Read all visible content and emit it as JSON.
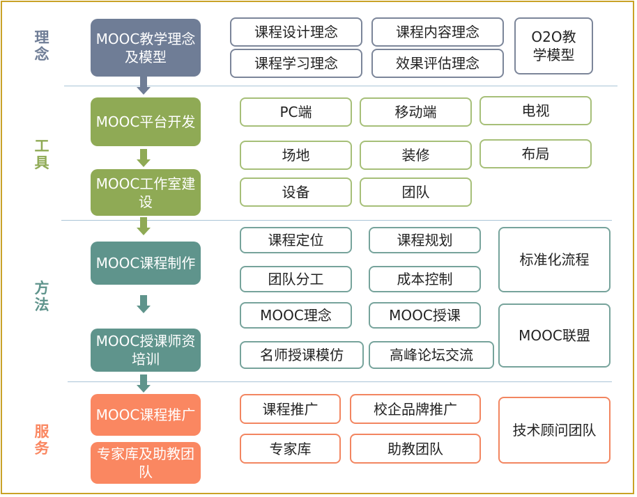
{
  "colors": {
    "frame": "#c9a227",
    "concept": "#6f7d96",
    "tools": "#8faa55",
    "method": "#5f948c",
    "service": "#fa8761",
    "divider": "#a9c4d6"
  },
  "sections": {
    "concept": "理念",
    "tools": "工具",
    "method": "方法",
    "service": "服务"
  },
  "main": {
    "concept": "MOOC教学理念及模型",
    "platform": "MOOC平台开发",
    "studio": "MOOC工作室建设",
    "production": "MOOC课程制作",
    "training": "MOOC授课师资培训",
    "promotion": "MOOC课程推广",
    "expert": "专家库及助教团队"
  },
  "concept_items": {
    "design": "课程设计理念",
    "content": "课程内容理念",
    "learning": "课程学习理念",
    "evaluation": "效果评估理念",
    "o2o": "O2O教学模型"
  },
  "tools_items": {
    "pc": "PC端",
    "mobile": "移动端",
    "tv": "电视",
    "venue": "场地",
    "decoration": "装修",
    "layout": "布局",
    "equipment": "设备",
    "team": "团队"
  },
  "method_items": {
    "positioning": "课程定位",
    "planning": "课程规划",
    "standard": "标准化流程",
    "division": "团队分工",
    "cost": "成本控制",
    "mooc_concept": "MOOC理念",
    "mooc_teaching": "MOOC授课",
    "alliance": "MOOC联盟",
    "imitation": "名师授课模仿",
    "forum": "高峰论坛交流"
  },
  "service_items": {
    "course_promo": "课程推广",
    "brand_promo": "校企品牌推广",
    "consultant": "技术顾问团队",
    "expert_lib": "专家库",
    "ta_team": "助教团队"
  }
}
